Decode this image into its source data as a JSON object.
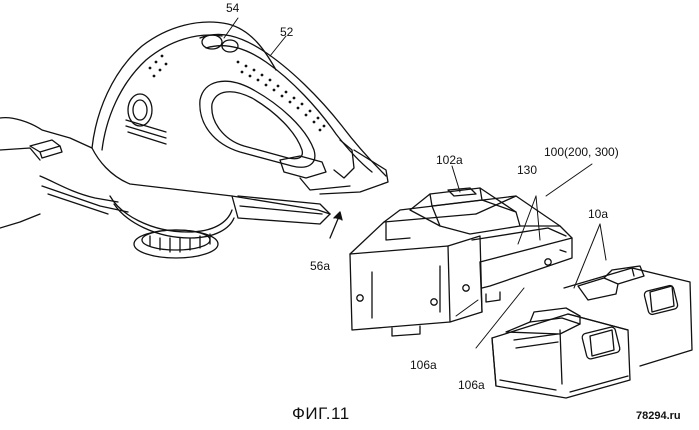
{
  "labels": {
    "part_54": "54",
    "part_52": "52",
    "part_102a": "102a",
    "part_100": "100(200, 300)",
    "part_130": "130",
    "part_10a": "10a",
    "part_56a": "56a",
    "part_106a_upper": "106a",
    "part_106a_lower": "106a"
  },
  "caption": "ФИГ.11",
  "watermark": "78294.ru",
  "colors": {
    "line": "#111111",
    "background": "#ffffff"
  }
}
